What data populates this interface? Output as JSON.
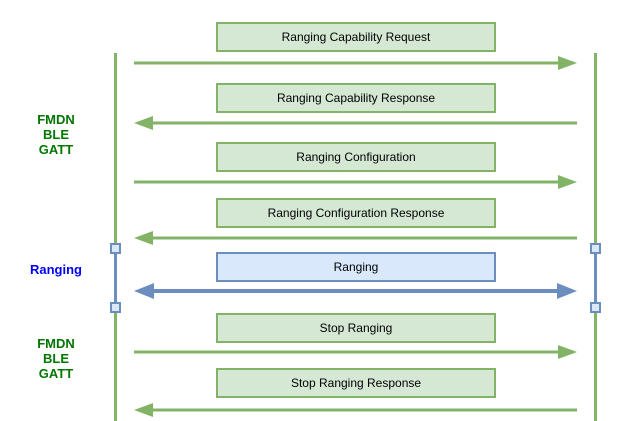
{
  "diagram_type": "sequence-diagram",
  "colors": {
    "green_stroke": "#82b366",
    "green_fill": "#d5e8d4",
    "blue_stroke": "#6c8ebf",
    "blue_fill": "#dae8fc",
    "green_label_text": "#007700",
    "blue_label_text": "#0000ff",
    "message_text": "#000000",
    "background": "#ffffff"
  },
  "side_labels": [
    {
      "text": "FMDN\nBLE\nGATT",
      "color": "green"
    },
    {
      "text": "Ranging",
      "color": "blue"
    },
    {
      "text": "FMDN\nBLE\nGATT",
      "color": "green"
    }
  ],
  "messages": [
    {
      "label": "Ranging Capability Request",
      "direction": "right",
      "style": "green"
    },
    {
      "label": "Ranging Capability Response",
      "direction": "left",
      "style": "green"
    },
    {
      "label": "Ranging Configuration",
      "direction": "right",
      "style": "green"
    },
    {
      "label": "Ranging Configuration Response",
      "direction": "left",
      "style": "green"
    },
    {
      "label": "Ranging",
      "direction": "both",
      "style": "blue"
    },
    {
      "label": "Stop Ranging",
      "direction": "right",
      "style": "green"
    },
    {
      "label": "Stop Ranging Response",
      "direction": "left",
      "style": "green"
    }
  ]
}
